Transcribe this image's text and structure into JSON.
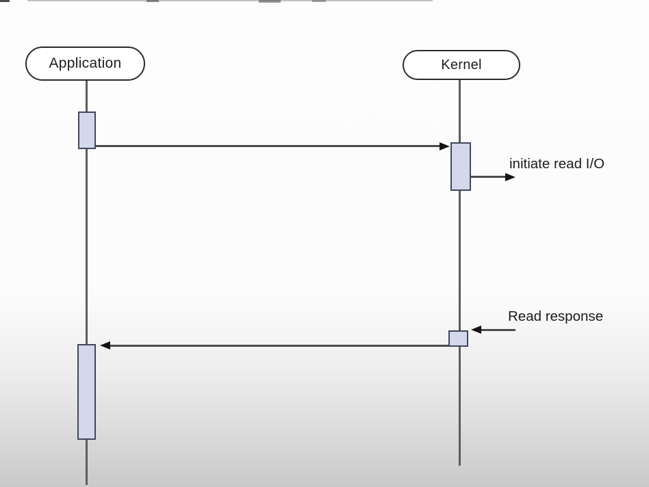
{
  "diagram": {
    "type": "uml-sequence",
    "lifelines": [
      {
        "name": "Application"
      },
      {
        "name": "Kernel"
      }
    ],
    "messages": {
      "request": {
        "from": "Application",
        "to": "Kernel"
      },
      "initiate_io": {
        "from": "Kernel",
        "direction": "right",
        "label": "initiate read I/O"
      },
      "response": {
        "to": "Kernel",
        "direction": "left",
        "label": "Read response"
      },
      "return": {
        "from": "Kernel",
        "to": "Application"
      }
    },
    "colors": {
      "activation_fill": "#d3d8ea",
      "activation_border": "#41475a",
      "line": "#4a4a4a",
      "arrowhead": "#141414",
      "text": "#1b1b1b",
      "background_top": "#fdfdfd",
      "background_bottom": "#c9c9c9"
    }
  }
}
